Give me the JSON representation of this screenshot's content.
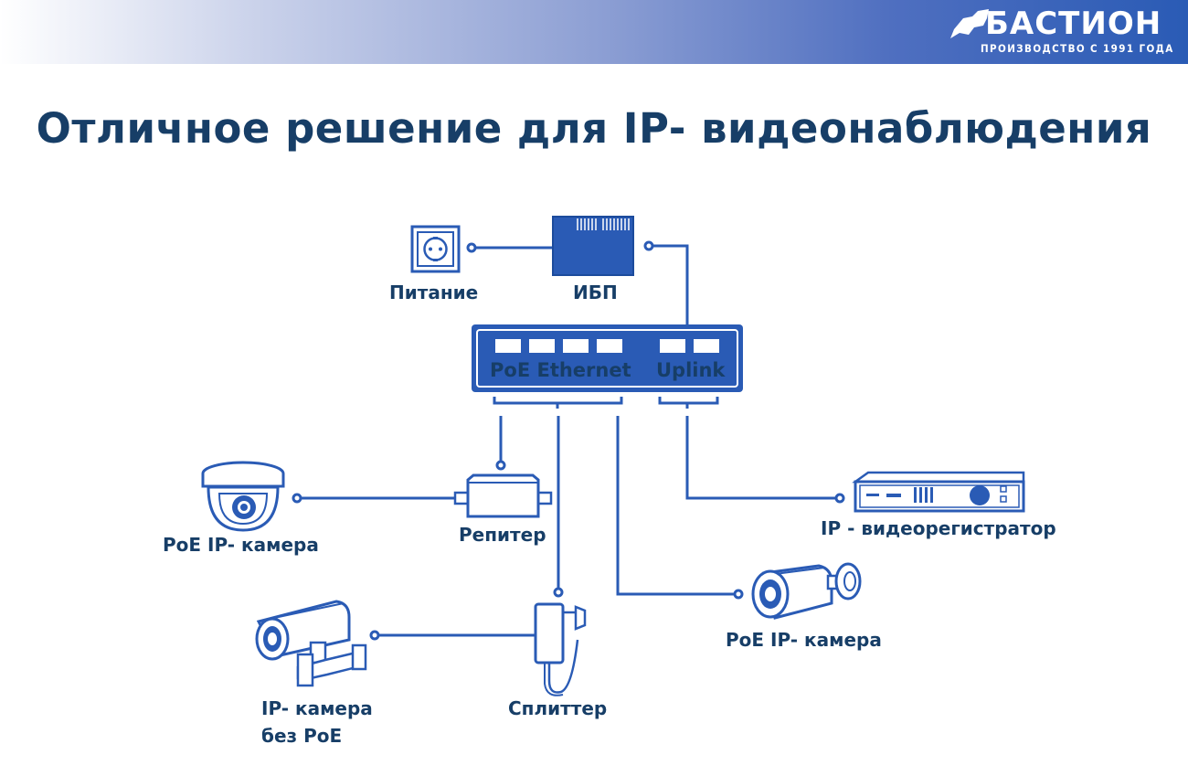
{
  "header": {
    "brand_name": "БАСТИОН",
    "brand_tagline": "ПРОИЗВОДСТВО С 1991 ГОДА",
    "logo_icon": "bat-wing-icon",
    "gradient_colors": [
      "#ffffff",
      "#8ea0d4",
      "#2a5bb5"
    ]
  },
  "title": "Отличное решение для IP- видеонаблюдения",
  "colors": {
    "title": "#173e67",
    "device_fill": "#2a5bb5",
    "line": "#2a5bb5"
  },
  "switch": {
    "poe_label": "PoE Ethernet",
    "uplink_label": "Uplink"
  },
  "nodes": {
    "power": "Питание",
    "ups": "ИБП",
    "repeater": "Репитер",
    "poe_camera_dome": "PoE IP- камера",
    "poe_camera_bullet": "PoE IP- камера",
    "splitter": "Сплиттер",
    "camera_no_poe_line1": "IP- камера",
    "camera_no_poe_line2": "без PoE",
    "nvr": "IP - видеорегистратор"
  }
}
